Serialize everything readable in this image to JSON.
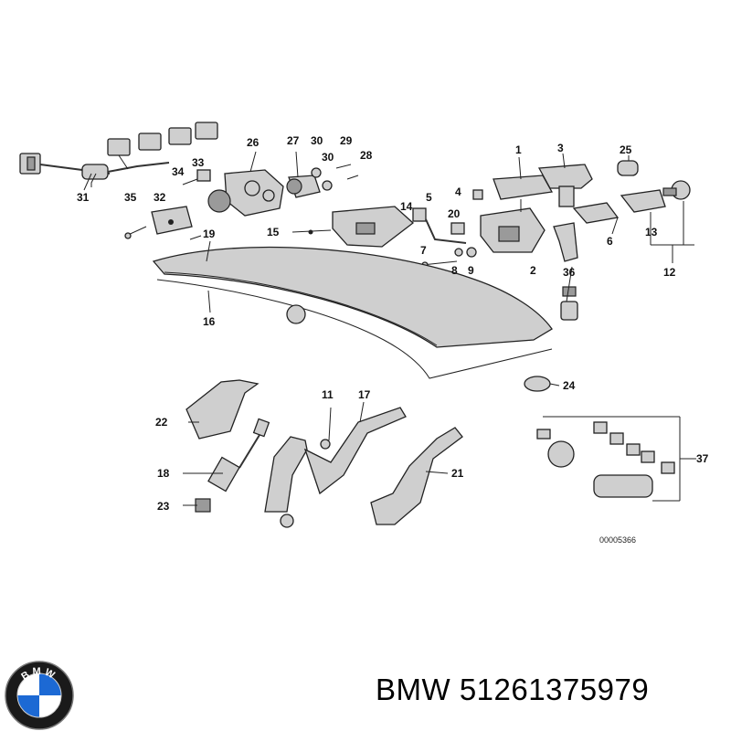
{
  "callouts": {
    "c1": "1",
    "c2": "2",
    "c3": "3",
    "c4": "4",
    "c5": "5",
    "c6": "6",
    "c7": "7",
    "c8": "8",
    "c9": "9",
    "c11": "11",
    "c12": "12",
    "c13": "13",
    "c14": "14",
    "c15": "15",
    "c16": "16",
    "c17": "17",
    "c18": "18",
    "c19": "19",
    "c20": "20",
    "c21": "21",
    "c22": "22",
    "c23": "23",
    "c24": "24",
    "c25": "25",
    "c26": "26",
    "c27": "27",
    "c28": "28",
    "c29": "29",
    "c30a": "30",
    "c30b": "30",
    "c31": "31",
    "c32": "32",
    "c33": "33",
    "c34": "34",
    "c35": "35",
    "c36": "36",
    "c37": "37"
  },
  "diagram_code": "00005366",
  "logo_text": "BMW",
  "footer": {
    "brand": "BMW",
    "part_number": "51261375979",
    "full": "BMW 51261375979"
  },
  "colors": {
    "line": "#222222",
    "part_fill": "#cfcfcf",
    "logo_blue": "#1c69d4",
    "logo_ring": "#1a1a1a"
  }
}
